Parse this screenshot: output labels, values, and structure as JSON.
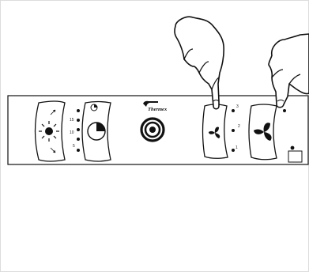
{
  "brand": {
    "name": "Thermex"
  },
  "timer": {
    "marks": [
      "15",
      "10",
      "5"
    ]
  },
  "fan_speed": {
    "marks": [
      "3",
      "2",
      "1"
    ]
  }
}
